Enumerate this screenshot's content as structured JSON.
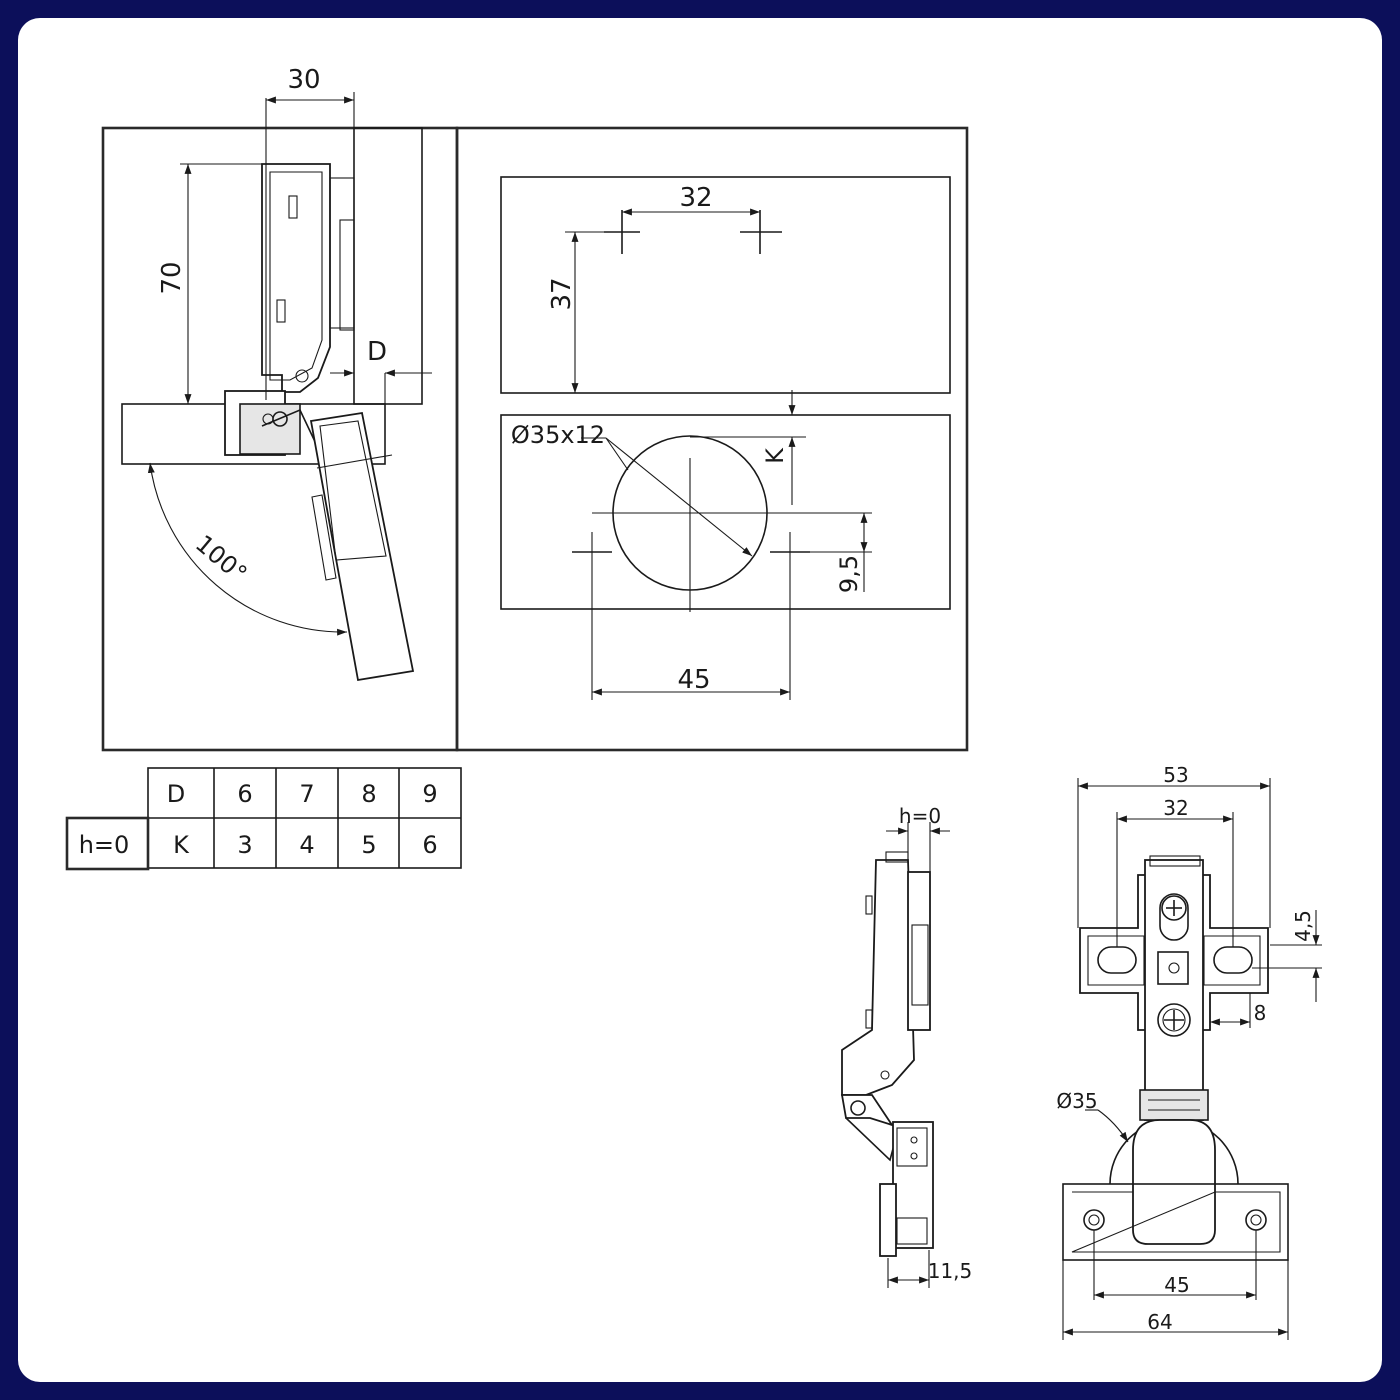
{
  "diagram": {
    "side_view": {
      "dim_top": "30",
      "dim_height": "70",
      "dim_d": "D",
      "angle": "100°"
    },
    "drill_top": {
      "dim_spacing": "32",
      "dim_depth": "37"
    },
    "drill_bottom": {
      "cup_label": "Ø35x12",
      "dim_k": "K",
      "dim_offset": "9,5",
      "dim_spacing": "45"
    },
    "table": {
      "side_label": "h=0",
      "rows": [
        [
          "D",
          "6",
          "7",
          "8",
          "9"
        ],
        [
          "K",
          "3",
          "4",
          "5",
          "6"
        ]
      ]
    },
    "profile_view": {
      "dim_top": "h=0",
      "dim_bottom": "11,5"
    },
    "front_view": {
      "dim_width": "53",
      "dim_holes": "32",
      "dim_vertical": "4,5",
      "dim_small": "8",
      "dim_cup": "Ø35",
      "dim_plate_holes": "45",
      "dim_plate_width": "64"
    }
  }
}
